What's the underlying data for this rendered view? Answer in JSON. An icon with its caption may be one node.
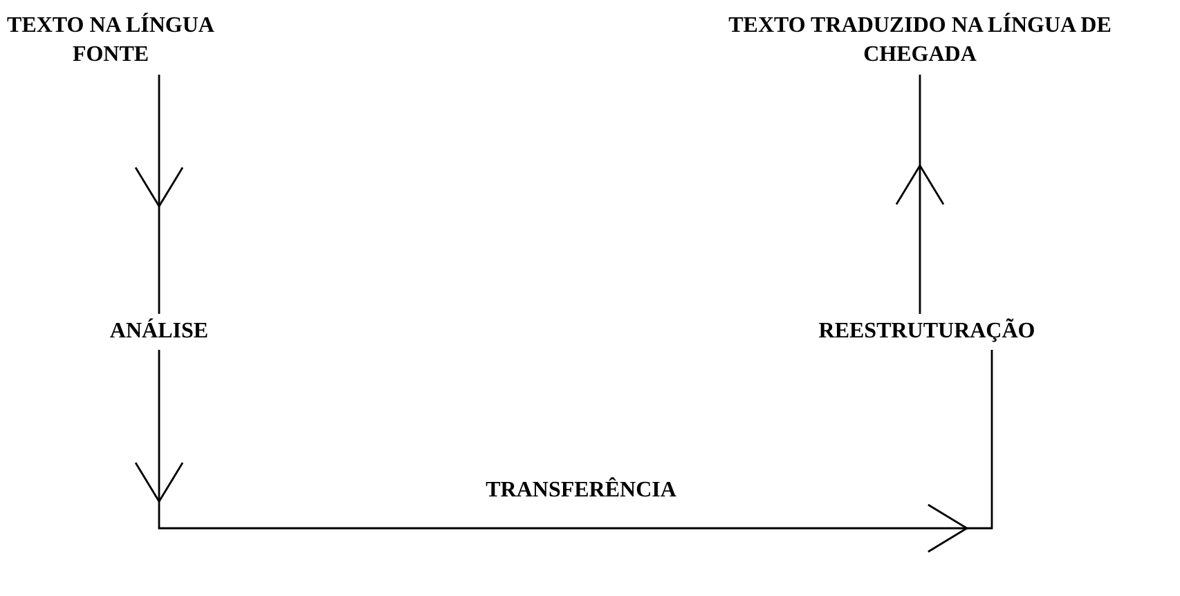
{
  "diagram": {
    "nodes": [
      {
        "text": [
          "TEXTO NA LÍNGUA FONTE"
        ]
      },
      {
        "text": [
          "ANÁLISE"
        ]
      },
      {
        "text": [
          "REESTRUTURAÇÃO"
        ]
      },
      {
        "text": [
          "TEXTO TRADUZIDO NA LÍNGUA DE CHEGADA"
        ]
      }
    ],
    "edges": [
      {
        "from": 0,
        "to": 1,
        "arrow": "to"
      },
      {
        "from": 1,
        "to": 2,
        "arrow": "to",
        "label": "TRANSFERÊNCIA"
      },
      {
        "from": 2,
        "to": 3,
        "arrow": "to"
      }
    ]
  }
}
